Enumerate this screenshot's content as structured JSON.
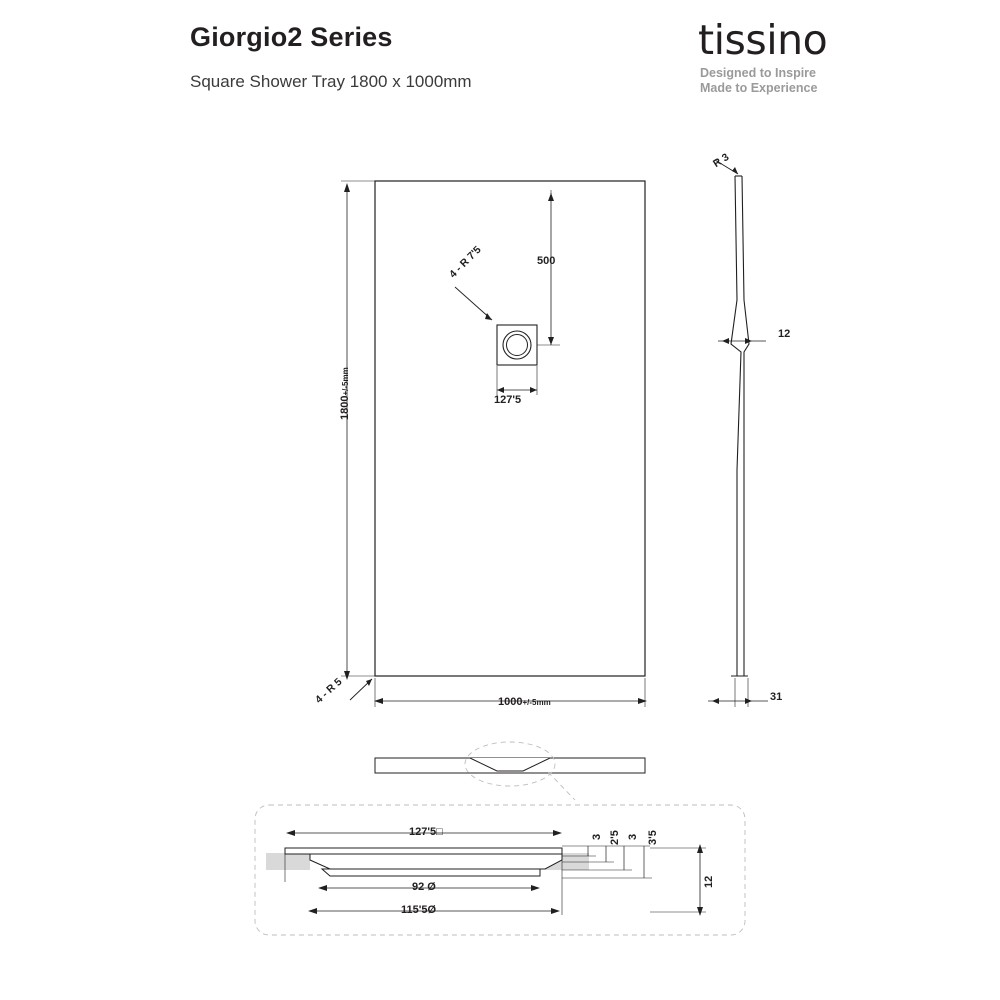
{
  "header": {
    "title": "Giorgio2 Series",
    "subtitle": "Square Shower Tray 1800 x 1000mm",
    "brand": "tissino",
    "tagline_line1": "Designed to Inspire",
    "tagline_line2": "Made to Experience"
  },
  "plan_view": {
    "height_label": "1800",
    "height_tolerance": "+/-5mm",
    "width_label": "1000",
    "width_tolerance": "+/-5mm",
    "drain_offset_label": "500",
    "drain_width_label": "127'5",
    "drain_radius_label": "4 - R 7'5",
    "corner_radius_label": "4 - R 5"
  },
  "side_view": {
    "edge_radius_label": "R 3",
    "thickness_label": "12",
    "base_label": "31"
  },
  "detail_view": {
    "top_label": "127'5□",
    "mid_label": "92 Ø",
    "bottom_label": "115'5Ø",
    "stack": [
      "3",
      "2'5",
      "3",
      "3'5"
    ],
    "height_label": "12"
  },
  "colors": {
    "ink": "#231f20",
    "fill": "#ffffff",
    "grey_text": "#9a9a9a",
    "detail_grey": "#d9d9d9"
  }
}
